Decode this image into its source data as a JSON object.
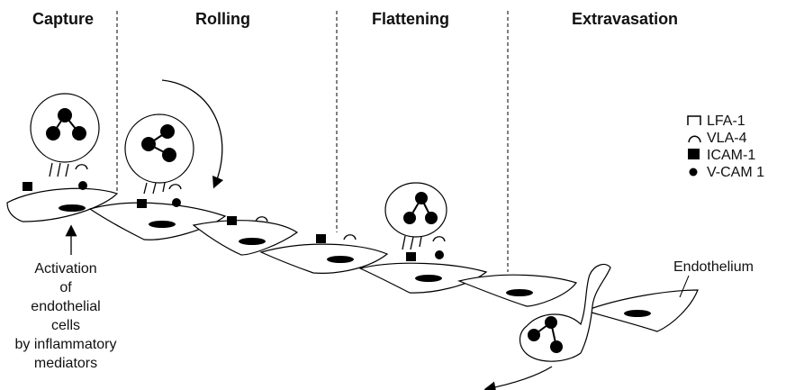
{
  "stages": [
    "Capture",
    "Rolling",
    "Flattening",
    "Extravasation"
  ],
  "legend": [
    {
      "symbol": "lfa1-icon",
      "label": "LFA-1"
    },
    {
      "symbol": "vla4-icon",
      "label": "VLA-4"
    },
    {
      "symbol": "icam1-icon",
      "label": "ICAM-1"
    },
    {
      "symbol": "vcam1-icon",
      "label": "V-CAM 1"
    }
  ],
  "endothelium_label": "Endothelium",
  "activation_lines": [
    "Activation",
    "of",
    "endothelial",
    "cells",
    "by inflammatory",
    "mediators"
  ]
}
